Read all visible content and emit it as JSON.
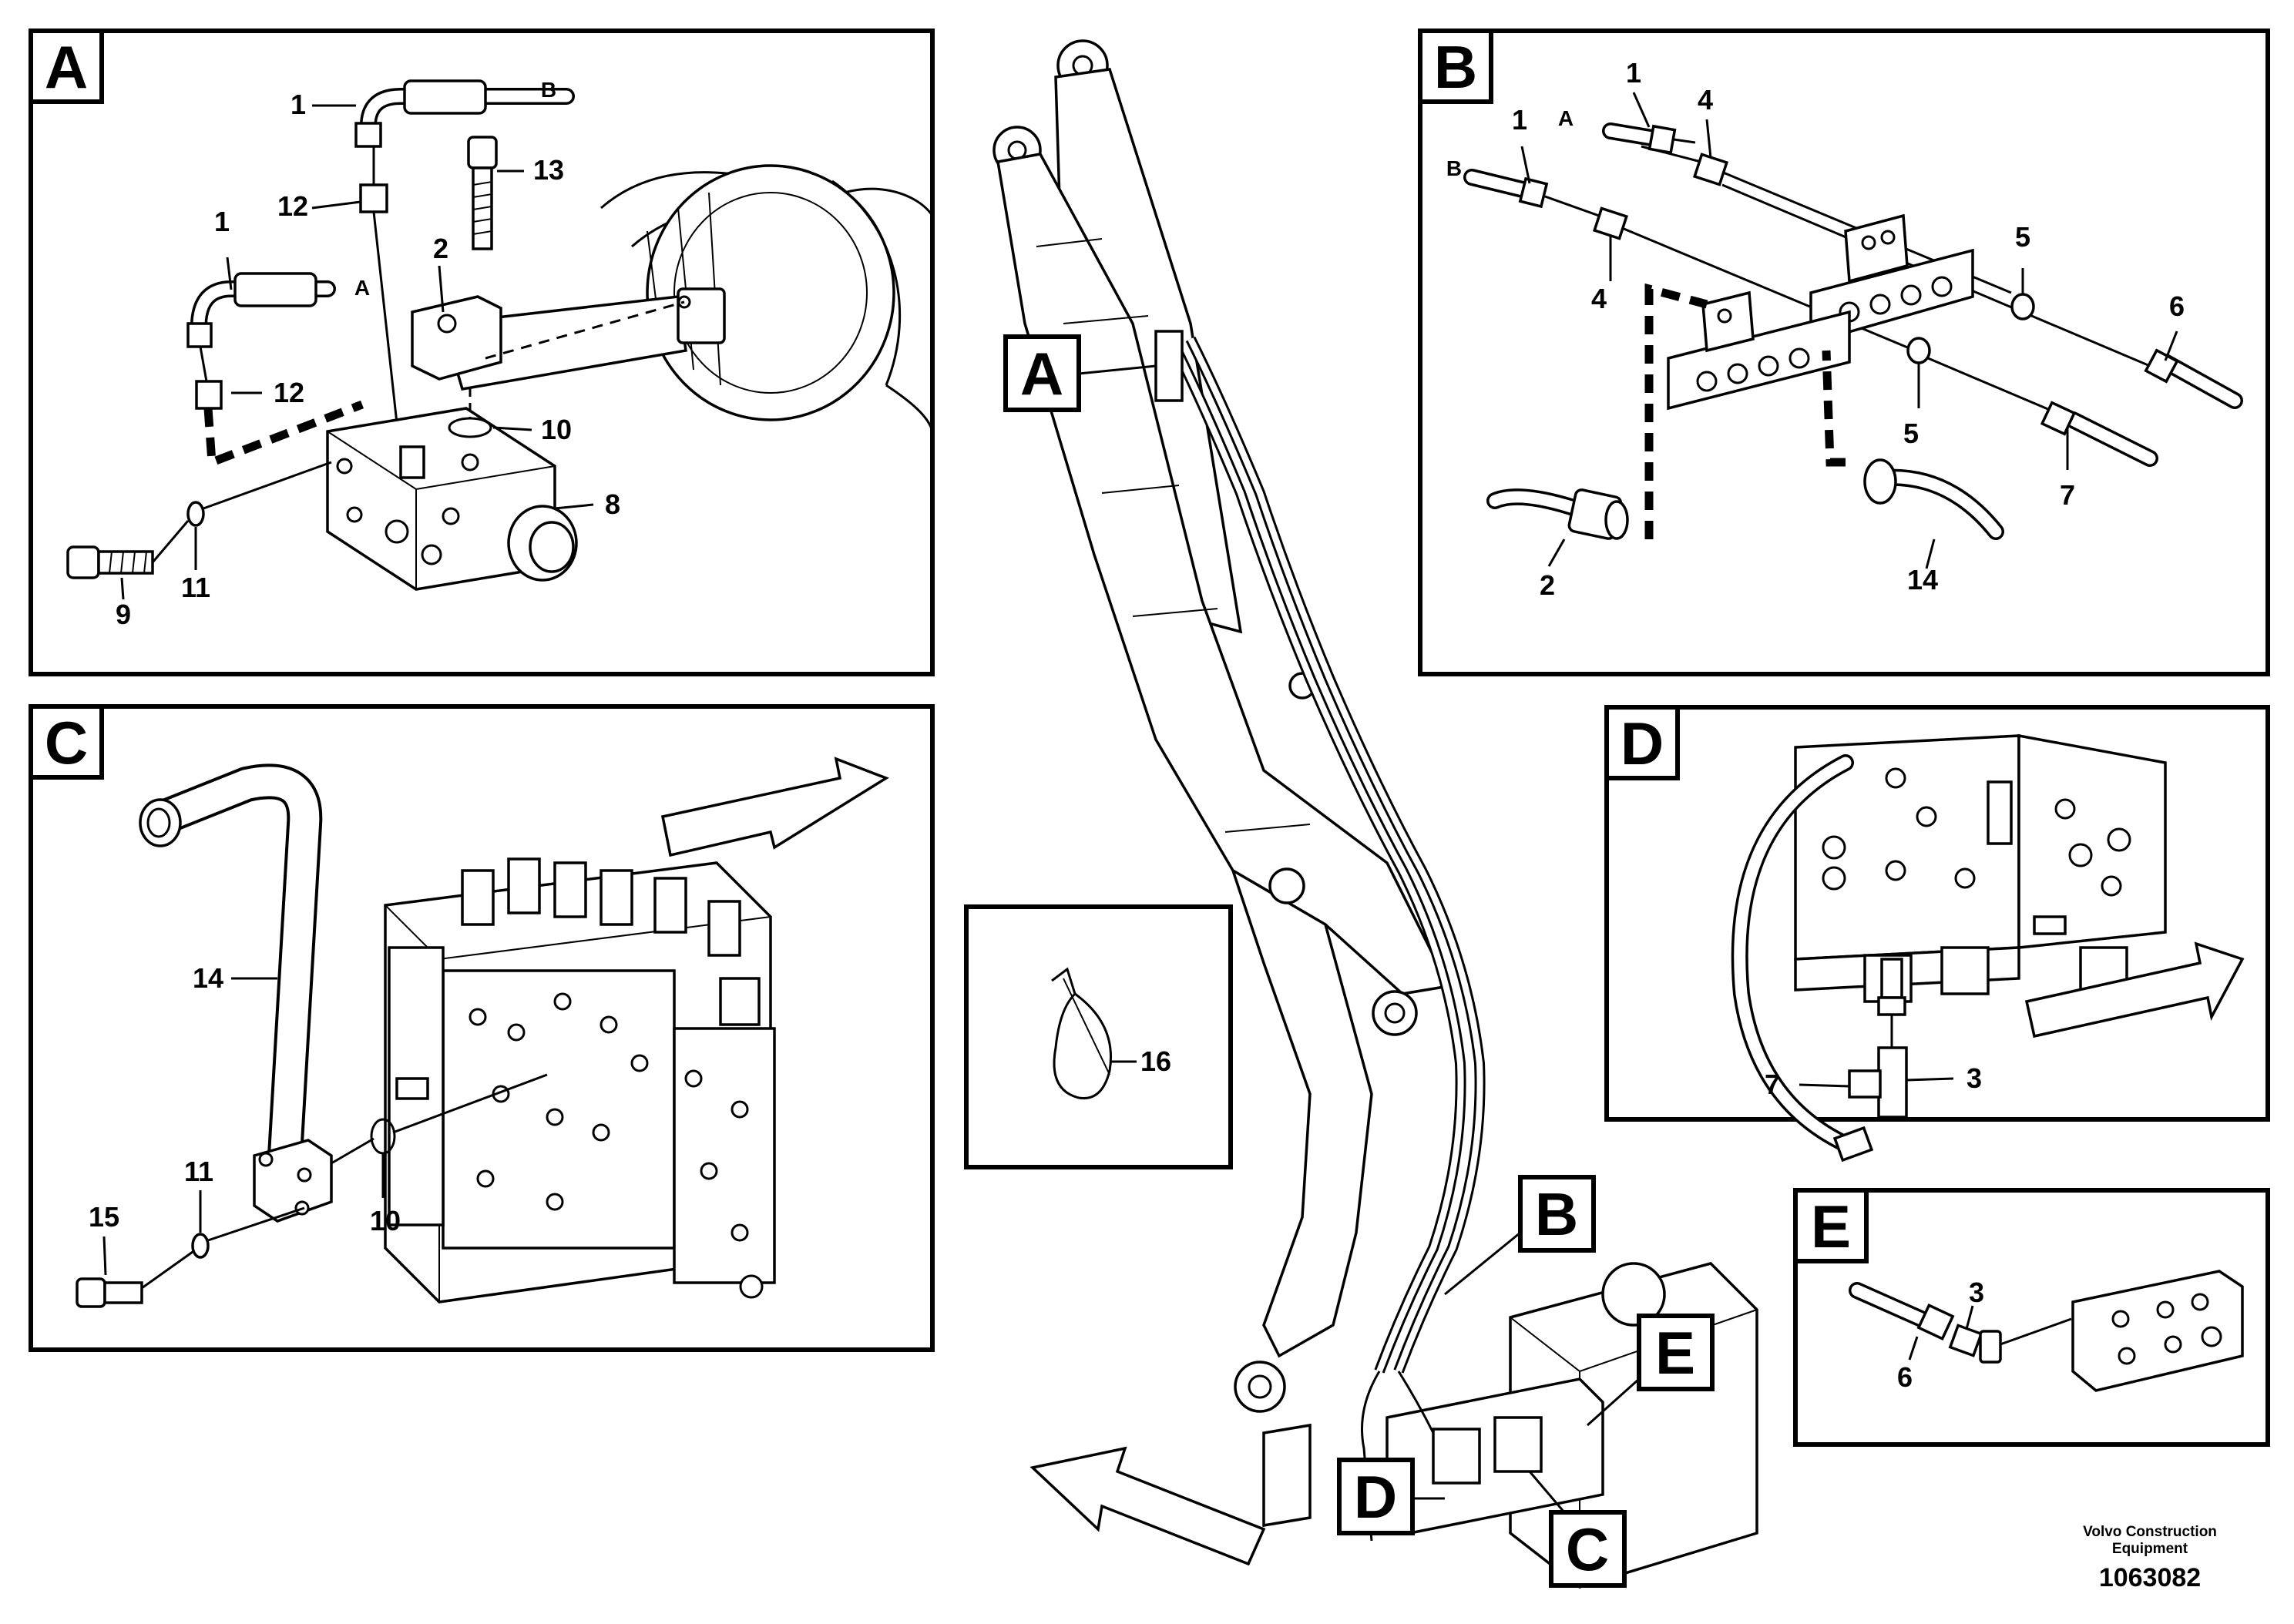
{
  "views": {
    "A": {
      "letter": "A",
      "callouts": [
        "1",
        "B",
        "13",
        "12",
        "1",
        "2",
        "A",
        "12",
        "10",
        "8",
        "9",
        "11"
      ]
    },
    "B": {
      "letter": "B",
      "callouts": [
        "1",
        "1",
        "A",
        "4",
        "B",
        "5",
        "4",
        "6",
        "2",
        "5",
        "7",
        "14"
      ]
    },
    "C": {
      "letter": "C",
      "callouts": [
        "14",
        "11",
        "15",
        "10"
      ]
    },
    "D": {
      "letter": "D",
      "callouts": [
        "7",
        "3"
      ]
    },
    "E": {
      "letter": "E",
      "callouts": [
        "3",
        "6"
      ]
    },
    "clip": {
      "callouts": [
        "16"
      ]
    }
  },
  "machine_labels": [
    "A",
    "B",
    "E",
    "D",
    "C"
  ],
  "footer": {
    "company_line1": "Volvo Construction",
    "company_line2": "Equipment",
    "drawing_number": "1063082"
  }
}
